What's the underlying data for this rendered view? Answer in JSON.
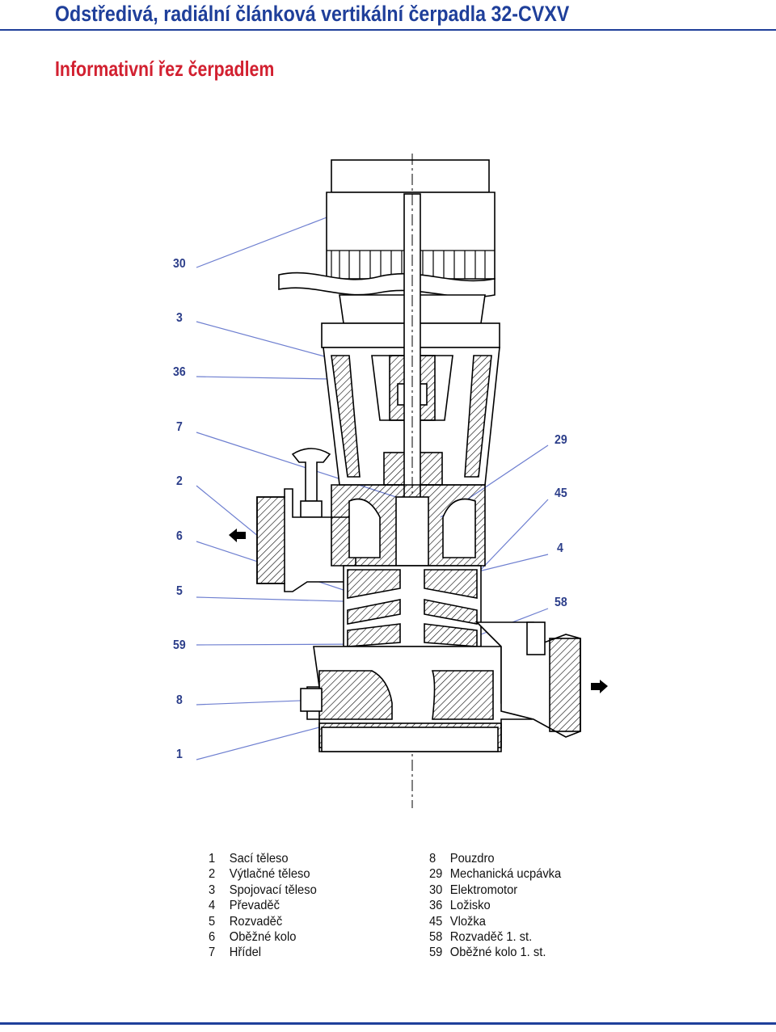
{
  "header": {
    "title": "Odstředivá, radiální článková vertikální čerpadla 32-CVXV",
    "subtitle": "Informativní řez čerpadlem"
  },
  "colors": {
    "title": "#1f3f9a",
    "subtitle": "#d22030",
    "callout": "#2c3e8a",
    "leader": "#6e7fd0"
  },
  "callouts_left": [
    "30",
    "3",
    "36",
    "7",
    "2",
    "6",
    "5",
    "59",
    "8",
    "1"
  ],
  "callouts_right": [
    "29",
    "45",
    "4",
    "58"
  ],
  "legend_left": [
    {
      "num": "1",
      "name": "Sací těleso"
    },
    {
      "num": "2",
      "name": "Výtlačné těleso"
    },
    {
      "num": "3",
      "name": "Spojovací těleso"
    },
    {
      "num": "4",
      "name": "Převaděč"
    },
    {
      "num": "5",
      "name": "Rozvaděč"
    },
    {
      "num": "6",
      "name": "Oběžné kolo"
    },
    {
      "num": "7",
      "name": "Hřídel"
    }
  ],
  "legend_right": [
    {
      "num": "8",
      "name": "Pouzdro"
    },
    {
      "num": "29",
      "name": "Mechanická ucpávka"
    },
    {
      "num": "30",
      "name": "Elektromotor"
    },
    {
      "num": "36",
      "name": "Ložisko"
    },
    {
      "num": "45",
      "name": "Vložka"
    },
    {
      "num": "58",
      "name": "Rozvaděč 1. st."
    },
    {
      "num": "59",
      "name": "Oběžné kolo 1. st."
    }
  ]
}
